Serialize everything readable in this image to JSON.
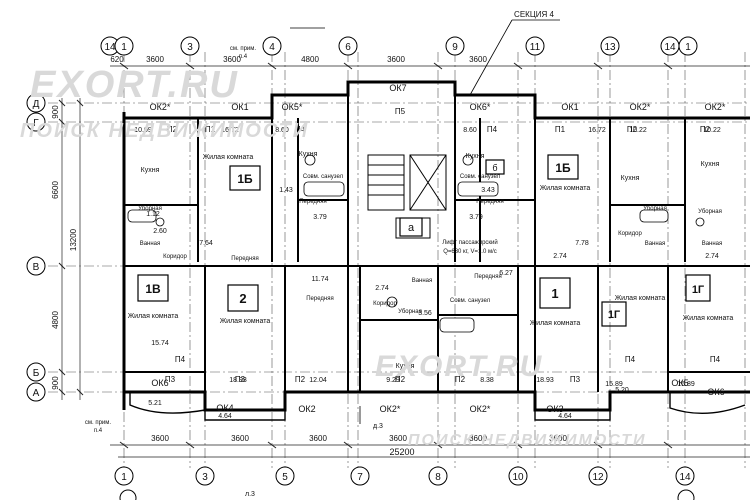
{
  "watermark": {
    "brand": "EXORT.RU",
    "tagline": "ПОИСК НЕДВИЖИМОСТИ"
  },
  "section_label": "СЕКЦИЯ 4",
  "axes": {
    "top_numbers": [
      "14",
      "1",
      "3",
      "4",
      "6",
      "9",
      "11",
      "13",
      "14",
      "1"
    ],
    "bottom_numbers": [
      "1",
      "3",
      "5",
      "7",
      "8",
      "10",
      "12",
      "14"
    ],
    "letters": [
      "Д",
      "Г",
      "В",
      "Б",
      "А"
    ]
  },
  "dims_top": [
    "620",
    "3600",
    "3600",
    "4800",
    "3600",
    "3600"
  ],
  "dims_bottom": [
    "3600",
    "3600",
    "3600",
    "3600",
    "3600",
    "3600"
  ],
  "dims_total": "25200",
  "dims_left": [
    "900",
    "6600",
    "13200",
    "4800",
    "900"
  ],
  "rooms": {
    "r1b_left": "1Б",
    "r1b_right": "1Б",
    "r1v": "1В",
    "r2": "2",
    "r1": "1",
    "r1g_a": "1Г",
    "r1g_b": "1Г",
    "lift": "а",
    "lift_b": "б",
    "kitchen": "Кухня",
    "living": "Жилая комната",
    "hall": "Передняя",
    "corridor": "Коридор",
    "bath": "Ванная",
    "toilet": "Уборная",
    "combined": "Совм. санузел",
    "lift_text": "Лифт пассажирский",
    "lift_spec": "Q=630 кг, V=1.0 м/с"
  },
  "openings": [
    "ОК2*",
    "ОК1",
    "ОК5*",
    "ОК7",
    "ОК6*",
    "ОК1",
    "ОК2*",
    "ОК2*",
    "ОК6",
    "ОК4",
    "ОК2",
    "ОК2*",
    "ОК2*",
    "ОК3",
    "ОК5",
    "ОК6"
  ],
  "areas": [
    "10.09",
    "16.72",
    "8.60",
    "8.60",
    "16.72",
    "10.22",
    "10.22",
    "1.12",
    "7.64",
    "1.43",
    "3.79",
    "3.79",
    "3.43",
    "7.78",
    "11.74",
    "6.27",
    "2.74",
    "2.74",
    "2.74",
    "15.74",
    "18.93",
    "12.04",
    "9.29",
    "8.38",
    "18.93",
    "15.89",
    "15.89",
    "5.21",
    "5.20",
    "3.56",
    "4.64",
    "4.64",
    "2.60"
  ],
  "panels": [
    "П2",
    "П1",
    "П4",
    "П5",
    "П4",
    "П1",
    "П2",
    "П2",
    "П4",
    "П3",
    "П2",
    "П2",
    "П2",
    "П3",
    "П4",
    "П4",
    "П3"
  ],
  "notes": {
    "see_note": "см. прим.",
    "p4": "п.4",
    "d3": "д.3",
    "l3": "л.3"
  }
}
